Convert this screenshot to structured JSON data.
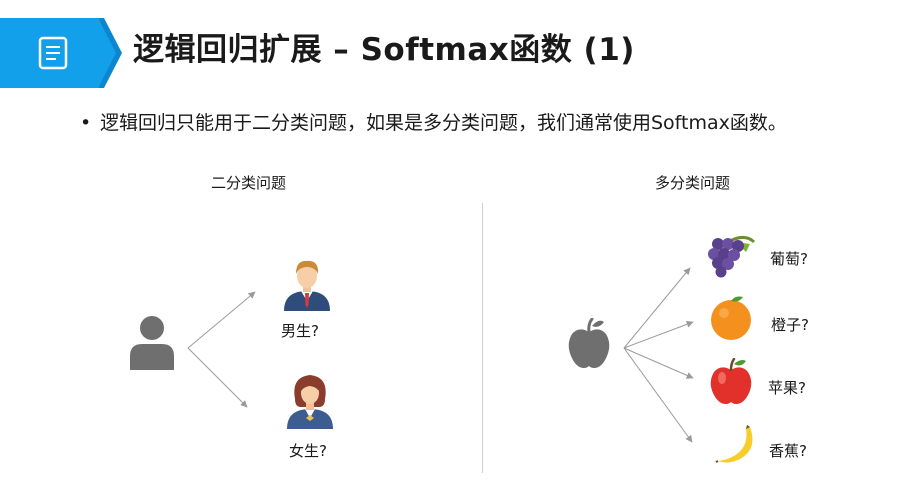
{
  "slide": {
    "title": "逻辑回归扩展 – Softmax函数 (1)",
    "bullet": "逻辑回归只能用于二分类问题，如果是多分类问题，我们通常使用Softmax函数。",
    "colors": {
      "banner": "#12a0ea",
      "banner_dark": "#0b86d0",
      "arrow": "#9a9a9a",
      "person": "#6f6f6f"
    }
  },
  "binary": {
    "title": "二分类问题",
    "input_icon": "person-silhouette-icon",
    "outputs": [
      {
        "label": "男生?",
        "icon": "male-person-icon"
      },
      {
        "label": "女生?",
        "icon": "female-person-icon"
      }
    ]
  },
  "multi": {
    "title": "多分类问题",
    "input_icon": "apple-silhouette-icon",
    "outputs": [
      {
        "label": "葡萄?",
        "icon": "grapes-icon"
      },
      {
        "label": "橙子?",
        "icon": "orange-icon"
      },
      {
        "label": "苹果?",
        "icon": "apple-icon"
      },
      {
        "label": "香蕉?",
        "icon": "banana-icon"
      }
    ]
  }
}
